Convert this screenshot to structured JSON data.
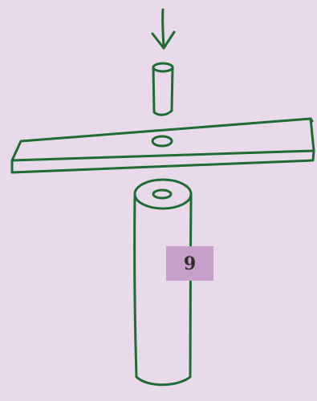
{
  "diagram": {
    "figure_number": "9",
    "colors": {
      "background": "#e8daea",
      "ink": "#1f6b34",
      "label_background": "#c6a0c8",
      "label_text": "#2d2d2d"
    },
    "parts": [
      "downward-arrow",
      "small-dowel",
      "flat-board-with-hole",
      "large-cylinder"
    ]
  }
}
